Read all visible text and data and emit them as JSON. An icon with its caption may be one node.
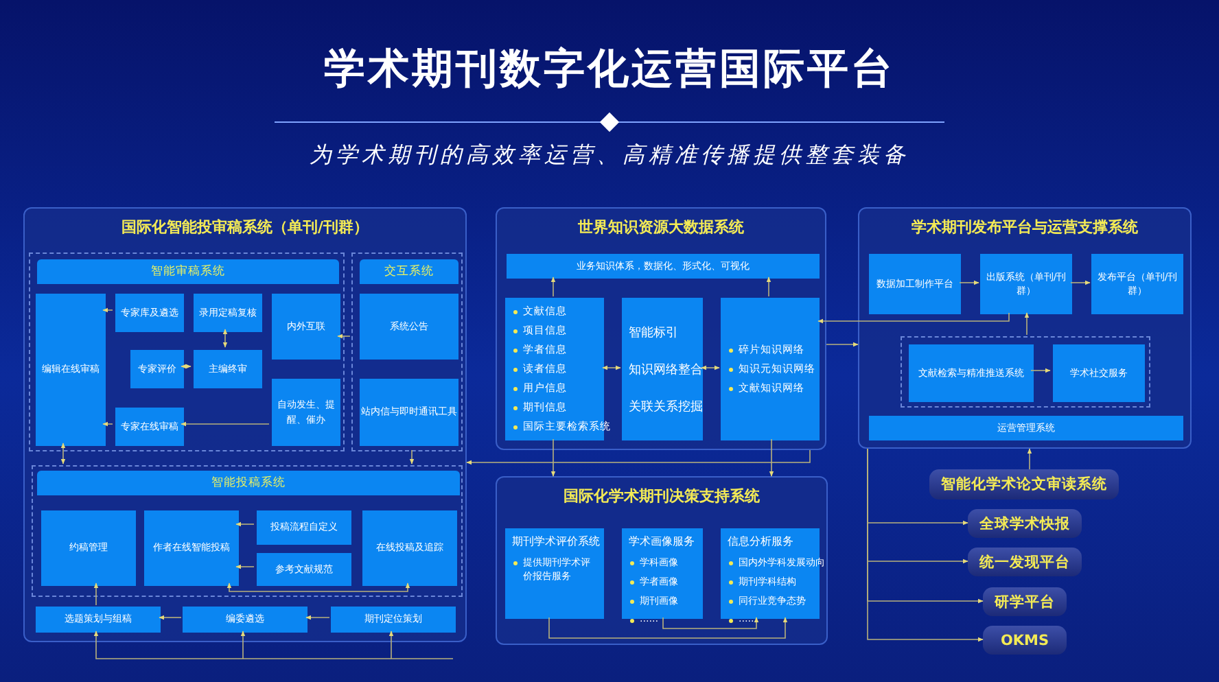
{
  "diagram": {
    "title": "学术期刊数字化运营国际平台",
    "nodes": [
      {
        "text": [
          "国际化智能投审稿系统（单刊/刊群）"
        ]
      },
      {
        "text": [],
        "shape": "box",
        "in": 0
      },
      {
        "text": [
          "智能审稿系统"
        ],
        "in": 1
      },
      {
        "text": [
          "编辑在线审稿"
        ],
        "in": 1
      },
      {
        "text": [
          "专家库及遴选"
        ],
        "in": 1
      },
      {
        "text": [
          "录用定稿复核"
        ],
        "in": 1
      },
      {
        "text": [
          "内外互联"
        ],
        "in": 1
      },
      {
        "text": [
          "专家评价"
        ],
        "in": 1
      },
      {
        "text": [
          "主编终审"
        ],
        "in": 1
      },
      {
        "text": [
          "自动发生、提醒、催办"
        ],
        "in": 1
      },
      {
        "text": [
          "专家在线审稿"
        ],
        "in": 1
      },
      {
        "text": [],
        "shape": "box",
        "in": 0
      },
      {
        "text": [
          "交互系统"
        ],
        "in": 11
      },
      {
        "text": [
          "系统公告"
        ],
        "in": 11
      },
      {
        "text": [
          "站内信与即时通讯工具"
        ],
        "in": 11
      },
      {
        "text": [],
        "shape": "box",
        "in": 0
      },
      {
        "text": [
          "智能投稿系统"
        ],
        "in": 15
      },
      {
        "text": [
          "约稿管理"
        ],
        "in": 15
      },
      {
        "text": [
          "作者在线智能投稿"
        ],
        "in": 15
      },
      {
        "text": [
          "投稿流程自定义"
        ],
        "in": 15
      },
      {
        "text": [
          "参考文献规范"
        ],
        "in": 15
      },
      {
        "text": [
          "在线投稿及追踪"
        ],
        "in": 15
      },
      {
        "text": [
          "选题策划与组稿"
        ],
        "in": 0
      },
      {
        "text": [
          "编委遴选"
        ],
        "in": 0
      },
      {
        "text": [
          "期刊定位策划"
        ],
        "in": 0
      },
      {
        "text": [
          "世界知识资源大数据系统"
        ]
      },
      {
        "text": [
          "业务知识体系，数据化、形式化、可视化"
        ],
        "in": 25
      },
      {
        "text": [
          "文献信息",
          "项目信息",
          "学者信息",
          "读者信息",
          "用户信息",
          "期刊信息",
          "国际主要检索系统"
        ],
        "in": 25
      },
      {
        "text": [
          "智能标引",
          "知识网络整合",
          "关联关系挖掘"
        ],
        "in": 25
      },
      {
        "text": [
          "碎片知识网络",
          "知识元知识网络",
          "文献知识网络"
        ],
        "in": 25
      },
      {
        "text": [
          "国际化学术期刊决策支持系统"
        ]
      },
      {
        "text": [
          "期刊学术评价系统",
          "提供期刊学术评价报告服务"
        ],
        "in": 30
      },
      {
        "text": [
          "学术画像服务",
          "学科画像",
          "学者画像",
          "期刊画像",
          "……"
        ],
        "in": 30
      },
      {
        "text": [
          "信息分析服务",
          "国内外学科发展动向",
          "期刊学科结构",
          "同行业竞争态势",
          "……"
        ],
        "in": 30
      },
      {
        "text": [
          "学术期刊发布平台与运营支撑系统"
        ]
      },
      {
        "text": [
          "数据加工制作平台"
        ],
        "in": 34
      },
      {
        "text": [
          "出版系统（单刊/刊群）"
        ],
        "in": 34
      },
      {
        "text": [
          "发布平台（单刊/刊群）"
        ],
        "in": 34
      },
      {
        "text": [],
        "shape": "box",
        "in": 34
      },
      {
        "text": [
          "文献检索与精准推送系统"
        ],
        "in": 38
      },
      {
        "text": [
          "学术社交服务"
        ],
        "in": 38
      },
      {
        "text": [
          "运营管理系统"
        ],
        "in": 34
      },
      {
        "text": [
          "智能化学术论文审读系统"
        ]
      },
      {
        "text": [
          "全球学术快报"
        ]
      },
      {
        "text": [
          "统一发现平台"
        ]
      },
      {
        "text": [
          "研学平台"
        ]
      },
      {
        "text": [
          "OKMS"
        ]
      }
    ],
    "edges": [
      {
        "from": 4,
        "to": 3,
        "arrow": "to"
      },
      {
        "from": 10,
        "to": 3,
        "arrow": "to"
      },
      {
        "from": 5,
        "to": 8,
        "arrow": "both"
      },
      {
        "from": 7,
        "to": 8,
        "arrow": "both"
      },
      {
        "from": 9,
        "to": 10,
        "arrow": "to"
      },
      {
        "from": 11,
        "to": 6,
        "arrow": "to"
      },
      {
        "from": 3,
        "to": 15,
        "arrow": "both"
      },
      {
        "from": 11,
        "to": 15,
        "arrow": "to"
      },
      {
        "from": 19,
        "to": 18,
        "arrow": "to"
      },
      {
        "from": 20,
        "to": 18,
        "arrow": "to"
      },
      {
        "from": 21,
        "to": 18,
        "arrow": "both"
      },
      {
        "from": 23,
        "to": 22,
        "arrow": "to"
      },
      {
        "from": 24,
        "to": 23,
        "arrow": "to"
      },
      {
        "from": 22,
        "to": 17,
        "arrow": "to"
      },
      {
        "from": null,
        "to": 22,
        "arrow": "to"
      },
      {
        "from": null,
        "to": 23,
        "arrow": "to"
      },
      {
        "from": null,
        "to": 24,
        "arrow": "to"
      },
      {
        "from": 27,
        "to": 26,
        "arrow": "to"
      },
      {
        "from": 29,
        "to": 26,
        "arrow": "to"
      },
      {
        "from": 27,
        "to": 28,
        "arrow": "both"
      },
      {
        "from": 28,
        "to": 29,
        "arrow": "both"
      },
      {
        "from": 36,
        "to": 29,
        "arrow": "to"
      },
      {
        "from": 25,
        "to": 34,
        "arrow": "to"
      },
      {
        "from": 25,
        "to": 0,
        "arrow": "to"
      },
      {
        "from": 27,
        "to": 30,
        "arrow": "to"
      },
      {
        "from": 29,
        "to": 30,
        "arrow": "to"
      },
      {
        "from": 31,
        "to": 33,
        "arrow": "to"
      },
      {
        "from": 32,
        "to": 33,
        "arrow": "to"
      },
      {
        "from": 38,
        "to": 36,
        "arrow": "to"
      },
      {
        "from": 35,
        "to": 36,
        "arrow": "to"
      },
      {
        "from": 36,
        "to": 37,
        "arrow": "to"
      },
      {
        "from": 39,
        "to": 40,
        "arrow": "to"
      },
      {
        "from": 42,
        "to": 34,
        "arrow": "to"
      },
      {
        "from": 34,
        "to": 43,
        "arrow": "to"
      },
      {
        "from": 34,
        "to": 44,
        "arrow": "to"
      },
      {
        "from": 34,
        "to": 45,
        "arrow": "to"
      },
      {
        "from": 34,
        "to": 46,
        "arrow": "to"
      }
    ],
    "labels": [
      "为学术期刊的高效率运营、高精准传播提供整套装备"
    ]
  }
}
